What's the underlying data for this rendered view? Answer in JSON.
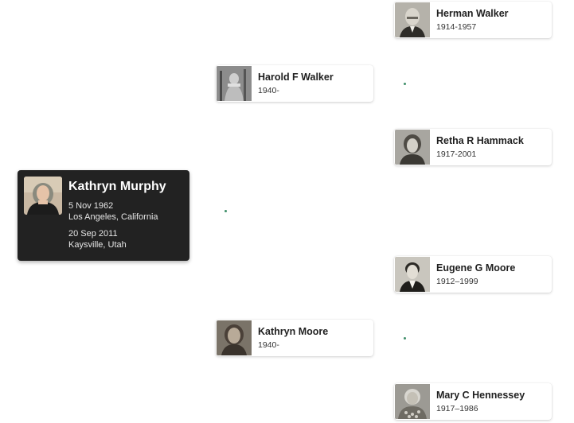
{
  "root": {
    "name": "Kathryn Murphy",
    "birth_date": "5 Nov 1962",
    "birth_place": "Los Angeles, California",
    "event_date": "20 Sep 2011",
    "event_place": "Kaysville, Utah",
    "photo_icon": "portrait-photo"
  },
  "parents": [
    {
      "name": "Harold F Walker",
      "years": "1940-",
      "photo_icon": "portrait-photo"
    },
    {
      "name": "Kathryn Moore",
      "years": "1940-",
      "photo_icon": "portrait-photo"
    }
  ],
  "grandparents": [
    {
      "name": "Herman Walker",
      "years": "1914-1957",
      "photo_icon": "portrait-photo"
    },
    {
      "name": "Retha R Hammack",
      "years": "1917-2001",
      "photo_icon": "portrait-photo"
    },
    {
      "name": "Eugene G Moore",
      "years": "1912–1999",
      "photo_icon": "portrait-photo"
    },
    {
      "name": "Mary C Hennessey",
      "years": "1917–1986",
      "photo_icon": "portrait-photo"
    }
  ],
  "colors": {
    "root_card_bg": "#222222",
    "card_bg": "#ffffff",
    "connector_dot": "#3f8f6a"
  }
}
